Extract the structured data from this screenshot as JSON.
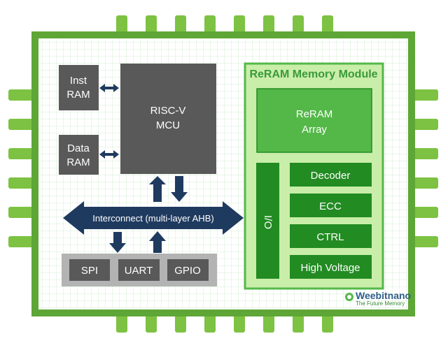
{
  "blocks": {
    "inst_ram": [
      "Inst",
      "RAM"
    ],
    "data_ram": [
      "Data",
      "RAM"
    ],
    "mcu": [
      "RISC-V",
      "MCU"
    ]
  },
  "interconnect": {
    "label": "Interconnect (multi-layer AHB)"
  },
  "peripherals": {
    "spi": "SPI",
    "uart": "UART",
    "gpio": "GPIO"
  },
  "reram_module": {
    "title": "ReRAM Memory Module",
    "array": [
      "ReRAM",
      "Array"
    ],
    "io": "I/O",
    "decoder": "Decoder",
    "ecc": "ECC",
    "ctrl": "CTRL",
    "high_voltage": "High Voltage"
  },
  "brand": {
    "name": "Weebitnano",
    "tagline": "The Future Memory"
  },
  "colors": {
    "pin_green": "#7dc242",
    "chip_border": "#5ea636",
    "dark_block": "#595959",
    "bus_blue": "#1f3a5f",
    "module_bg": "#c9eea9",
    "module_green": "#228b22",
    "array_green": "#54b848"
  }
}
